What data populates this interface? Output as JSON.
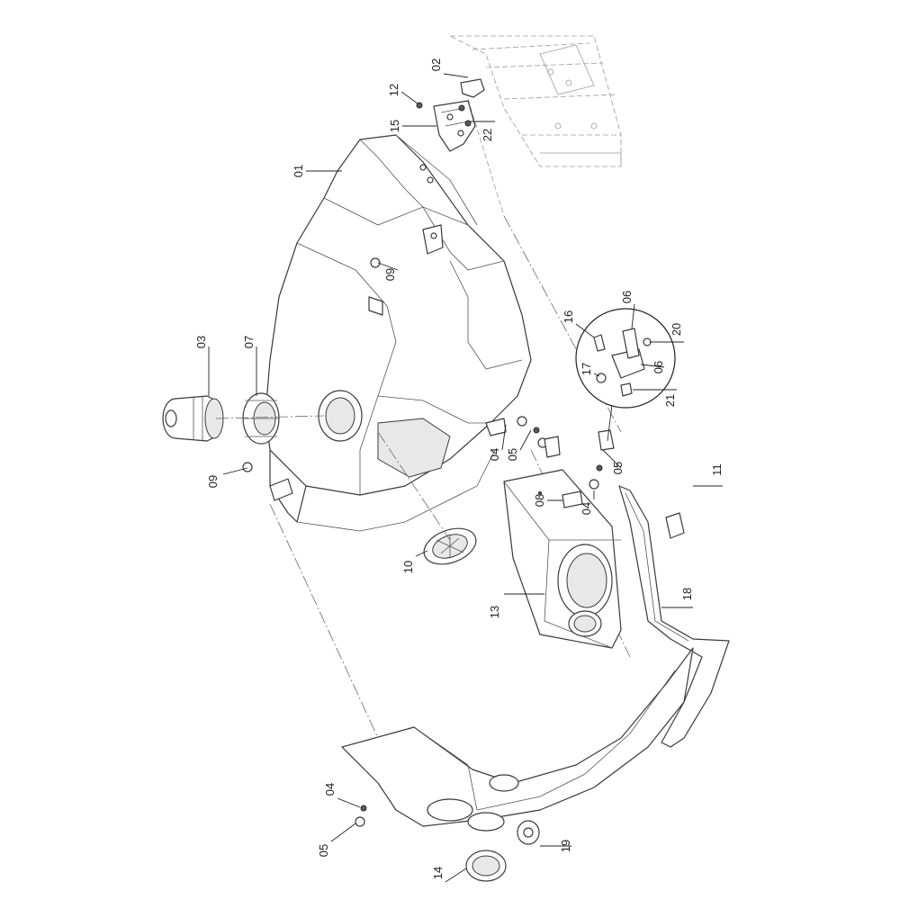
{
  "callouts": [
    {
      "id": "c01",
      "label": "01"
    },
    {
      "id": "c02",
      "label": "02"
    },
    {
      "id": "c03",
      "label": "03"
    },
    {
      "id": "c04a",
      "label": "04"
    },
    {
      "id": "c04b",
      "label": "04"
    },
    {
      "id": "c04c",
      "label": "04"
    },
    {
      "id": "c05a",
      "label": "05"
    },
    {
      "id": "c05b",
      "label": "05"
    },
    {
      "id": "c05c",
      "label": "05"
    },
    {
      "id": "c06a",
      "label": "06"
    },
    {
      "id": "c06b",
      "label": "06"
    },
    {
      "id": "c07",
      "label": "07"
    },
    {
      "id": "c08",
      "label": "08"
    },
    {
      "id": "c09a",
      "label": "09"
    },
    {
      "id": "c09b",
      "label": "09"
    },
    {
      "id": "c10",
      "label": "10"
    },
    {
      "id": "c11",
      "label": "11"
    },
    {
      "id": "c12",
      "label": "12"
    },
    {
      "id": "c13",
      "label": "13"
    },
    {
      "id": "c14",
      "label": "14"
    },
    {
      "id": "c15",
      "label": "15"
    },
    {
      "id": "c16",
      "label": "16"
    },
    {
      "id": "c17",
      "label": "17"
    },
    {
      "id": "c18",
      "label": "18"
    },
    {
      "id": "c19",
      "label": "19"
    },
    {
      "id": "c20",
      "label": "20"
    },
    {
      "id": "c21",
      "label": "21"
    },
    {
      "id": "c22",
      "label": "22"
    }
  ]
}
